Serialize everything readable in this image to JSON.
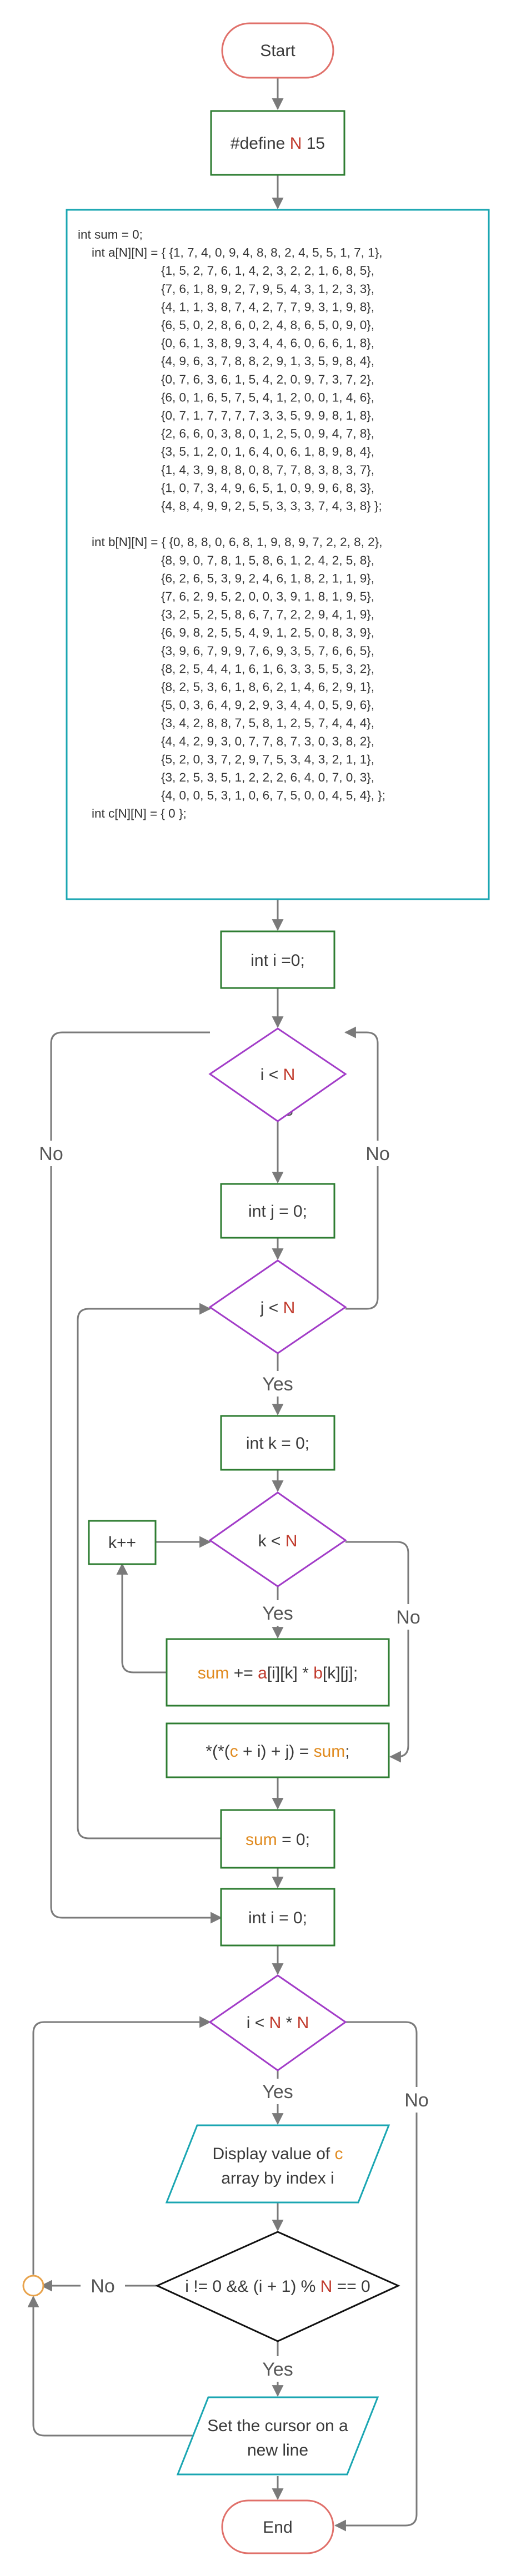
{
  "colors": {
    "terminal_stroke": "#e0706a",
    "process_stroke": "#2e7d32",
    "decision_stroke": "#a23cc8",
    "io_stroke": "#1aa6b2",
    "black_stroke": "#111111",
    "connector_stroke": "#e8a24a",
    "edge": "#7a7a7a",
    "highlight_N": "#c0392b",
    "highlight_var": "#e08a1e"
  },
  "nodes": {
    "start": "Start",
    "define_prefix": "#define ",
    "define_N": "N",
    "define_suffix": " 15",
    "init_code": [
      "int sum = 0;",
      "    int a[N][N] = { {1, 7, 4, 0, 9, 4, 8, 8, 2, 4, 5, 5, 1, 7, 1},",
      "                        {1, 5, 2, 7, 6, 1, 4, 2, 3, 2, 2, 1, 6, 8, 5},",
      "                        {7, 6, 1, 8, 9, 2, 7, 9, 5, 4, 3, 1, 2, 3, 3},",
      "                        {4, 1, 1, 3, 8, 7, 4, 2, 7, 7, 9, 3, 1, 9, 8},",
      "                        {6, 5, 0, 2, 8, 6, 0, 2, 4, 8, 6, 5, 0, 9, 0},",
      "                        {0, 6, 1, 3, 8, 9, 3, 4, 4, 6, 0, 6, 6, 1, 8},",
      "                        {4, 9, 6, 3, 7, 8, 8, 2, 9, 1, 3, 5, 9, 8, 4},",
      "                        {0, 7, 6, 3, 6, 1, 5, 4, 2, 0, 9, 7, 3, 7, 2},",
      "                        {6, 0, 1, 6, 5, 7, 5, 4, 1, 2, 0, 0, 1, 4, 6},",
      "                        {0, 7, 1, 7, 7, 7, 7, 3, 3, 5, 9, 9, 8, 1, 8},",
      "                        {2, 6, 6, 0, 3, 8, 0, 1, 2, 5, 0, 9, 4, 7, 8},",
      "                        {3, 5, 1, 2, 0, 1, 6, 4, 0, 6, 1, 8, 9, 8, 4},",
      "                        {1, 4, 3, 9, 8, 8, 0, 8, 7, 7, 8, 3, 8, 3, 7},",
      "                        {1, 0, 7, 3, 4, 9, 6, 5, 1, 0, 9, 9, 6, 8, 3},",
      "                        {4, 8, 4, 9, 9, 2, 5, 5, 3, 3, 3, 7, 4, 3, 8} };",
      "",
      "    int b[N][N] = { {0, 8, 8, 0, 6, 8, 1, 9, 8, 9, 7, 2, 2, 8, 2},",
      "                        {8, 9, 0, 7, 8, 1, 5, 8, 6, 1, 2, 4, 2, 5, 8},",
      "                        {6, 2, 6, 5, 3, 9, 2, 4, 6, 1, 8, 2, 1, 1, 9},",
      "                        {7, 6, 2, 9, 5, 2, 0, 0, 3, 9, 1, 8, 1, 9, 5},",
      "                        {3, 2, 5, 2, 5, 8, 6, 7, 7, 2, 2, 9, 4, 1, 9},",
      "                        {6, 9, 8, 2, 5, 5, 4, 9, 1, 2, 5, 0, 8, 3, 9},",
      "                        {3, 9, 6, 7, 9, 9, 7, 6, 9, 3, 5, 7, 6, 6, 5},",
      "                        {8, 2, 5, 4, 4, 1, 6, 1, 6, 3, 3, 5, 5, 3, 2},",
      "                        {8, 2, 5, 3, 6, 1, 8, 6, 2, 1, 4, 6, 2, 9, 1},",
      "                        {5, 0, 3, 6, 4, 9, 2, 9, 3, 4, 4, 0, 5, 9, 6},",
      "                        {3, 4, 2, 8, 8, 7, 5, 8, 1, 2, 5, 7, 4, 4, 4},",
      "                        {4, 4, 2, 9, 3, 0, 7, 7, 8, 7, 3, 0, 3, 8, 2},",
      "                        {5, 2, 0, 3, 7, 2, 9, 7, 5, 3, 4, 3, 2, 1, 1},",
      "                        {3, 2, 5, 3, 5, 1, 2, 2, 2, 6, 4, 0, 7, 0, 3},",
      "                        {4, 0, 0, 5, 3, 1, 0, 6, 7, 5, 0, 0, 4, 5, 4}, };",
      "    int c[N][N] = { 0 };"
    ],
    "int_i_0": "int i =0;",
    "i_lt_prefix": "i < ",
    "N": "N",
    "int_j_0": "int j = 0;",
    "j_lt_prefix": "j < ",
    "int_k_0": "int k = 0;",
    "k_lt_prefix": "k < ",
    "k_inc": "k++",
    "sum_stmt": {
      "p1": "sum",
      "p2": " += ",
      "p3": "a",
      "p4": "[i][k] * ",
      "p5": "b",
      "p6": "[k][j];"
    },
    "ptr_stmt": {
      "p1": "*(*(",
      "p2": "c",
      "p3": " + i) + j) = ",
      "p4": "sum",
      "p5": ";"
    },
    "sum_reset": {
      "p1": "sum",
      "p2": " = 0;"
    },
    "int_i_0_b": "int i = 0;",
    "i_lt_NN": {
      "p1": "i < ",
      "p2": "N",
      "p3": " * ",
      "p4": "N"
    },
    "display": {
      "line1_a": "Display value of ",
      "line1_b": "c",
      "line2": "array by index i"
    },
    "mod_check": {
      "p1": "i != 0 && (i + 1) % ",
      "p2": "N",
      "p3": " == 0"
    },
    "cursor": {
      "line1": "Set the cursor on a",
      "line2": "new line"
    },
    "end": "End"
  },
  "edge_labels": {
    "yes": "Yes",
    "no": "No"
  }
}
